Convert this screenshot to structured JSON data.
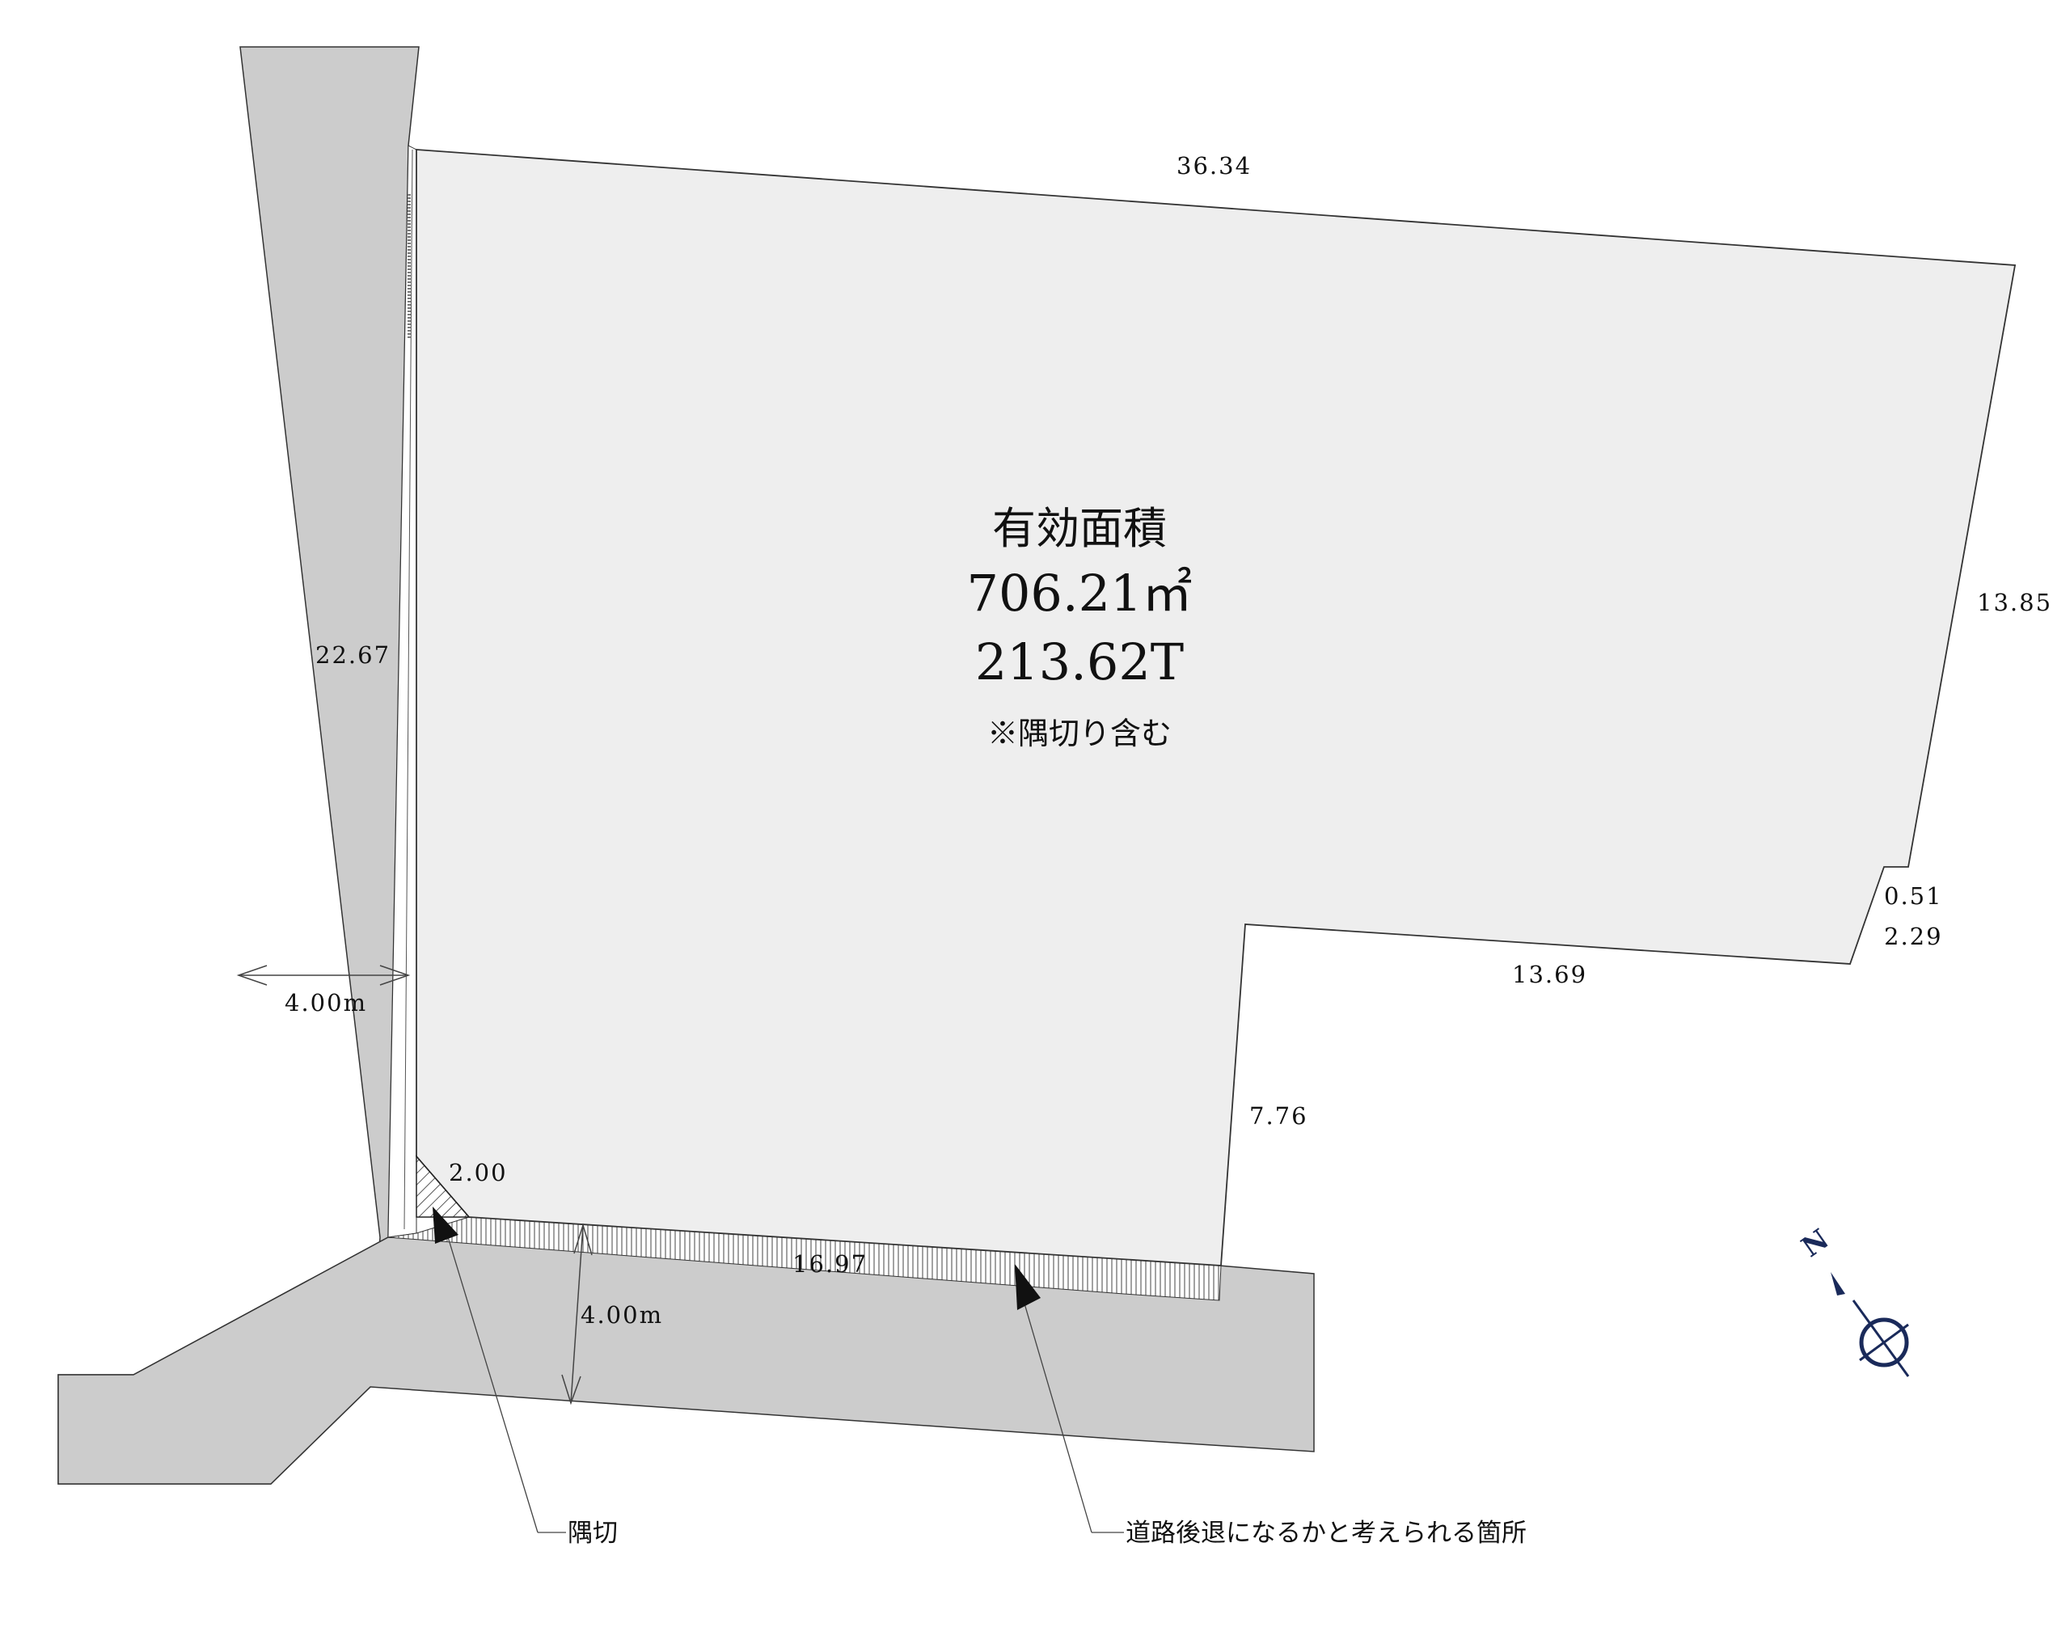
{
  "plot": {
    "heading": "有効面積",
    "area_sqm": "706.21㎡",
    "area_tsubo": "213.62T",
    "note": "※隅切り含む"
  },
  "dimensions": {
    "top": "36.34",
    "right": "13.85",
    "left": "22.67",
    "step_small": "0.51",
    "step_diag": "2.29",
    "inner_horizontal": "13.69",
    "inner_vertical": "7.76",
    "bottom": "16.97",
    "corner": "2.00"
  },
  "roads": {
    "west_width": "4.00m",
    "south_width": "4.00m"
  },
  "callouts": {
    "corner_cut": "隅切",
    "setback": "道路後退になるかと考えられる箇所"
  },
  "compass": {
    "north": "N"
  },
  "colors": {
    "plot_fill": "#eeeeee",
    "road_fill": "#cccccc",
    "compass": "#1a2a5a"
  }
}
